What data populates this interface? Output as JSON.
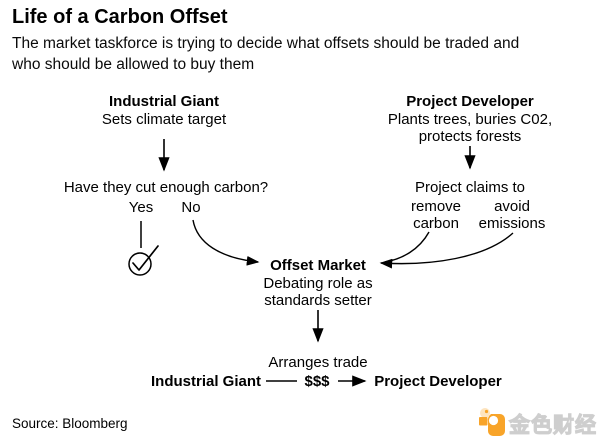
{
  "header": {
    "title": "Life of a Carbon Offset",
    "subtitle_lines": [
      "The market taskforce is trying to decide what offsets should be traded and",
      "who should be allowed to buy them"
    ]
  },
  "diagram": {
    "industrial_giant": {
      "name": "Industrial Giant",
      "desc": "Sets climate target"
    },
    "project_developer": {
      "name": "Project Developer",
      "desc_lines": [
        "Plants trees, buries C02,",
        "protects forests"
      ]
    },
    "question": "Have they cut enough carbon?",
    "answer_yes": "Yes",
    "answer_no": "No",
    "project_claims": "Project claims to",
    "claim_remove_lines": [
      "remove",
      "carbon"
    ],
    "claim_avoid_lines": [
      "avoid",
      "emissions"
    ],
    "offset_market": {
      "name": "Offset Market",
      "desc_lines": [
        "Debating role as",
        "standards setter"
      ]
    },
    "arranges_trade": "Arranges trade",
    "trade": {
      "from": "Industrial Giant",
      "money": "$$$",
      "to": "Project Developer"
    }
  },
  "footer": {
    "source": "Source: Bloomberg"
  },
  "watermark": {
    "text": "金色财经",
    "accent_color": "#F8A01E"
  }
}
